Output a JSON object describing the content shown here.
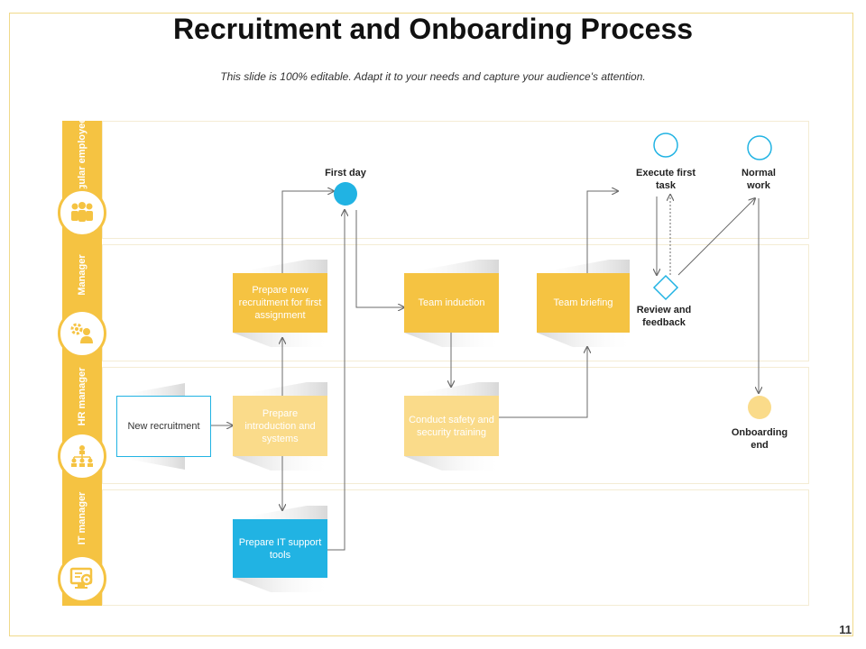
{
  "title": "Recruitment and Onboarding Process",
  "subtitle": "This slide is 100% editable. Adapt it to your needs and capture your audience's attention.",
  "page_number": "11",
  "lanes": [
    {
      "label": "Regular employee",
      "icon": "team-icon"
    },
    {
      "label": "Manager",
      "icon": "manager-gear-icon"
    },
    {
      "label": "HR manager",
      "icon": "org-chart-icon"
    },
    {
      "label": "IT manager",
      "icon": "computer-settings-icon"
    }
  ],
  "nodes": {
    "new_recruitment": "New recruitment",
    "prepare_intro": "Prepare introduction and systems",
    "prepare_it": "Prepare IT support tools",
    "prepare_new": "Prepare new recruitment for first assignment",
    "first_day": "First day",
    "team_induction": "Team induction",
    "safety_training": "Conduct safety and security training",
    "team_briefing": "Team briefing",
    "execute_first_task": "Execute first task",
    "review_feedback": "Review and feedback",
    "normal_work": "Normal work",
    "onboarding_end": "Onboarding end"
  },
  "colors": {
    "yellow": "#f5c342",
    "pale_yellow": "#fadb8a",
    "blue": "#21b3e3",
    "arrow": "#6b6b6b"
  }
}
